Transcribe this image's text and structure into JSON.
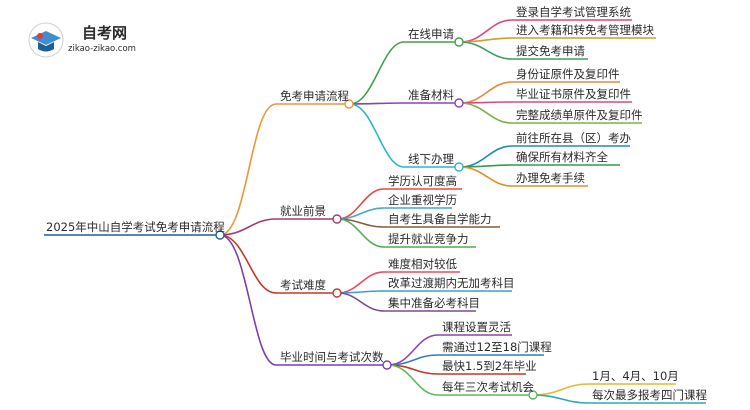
{
  "logo": {
    "name": "自考网",
    "url_text": "zikao-zikao.com",
    "accent": "#3f8fd0"
  },
  "mindmap": {
    "root": "2025年中山自学考试免考申请流程",
    "branches": [
      {
        "label": "免考申请流程",
        "color": "#f29436",
        "children": [
          {
            "label": "在线申请",
            "color": "#43a047",
            "children": [
              "登录自学考试管理系统",
              "进入考籍和转免考管理模块",
              "提交免考申请"
            ]
          },
          {
            "label": "准备材料",
            "color": "#8e44ad",
            "children": [
              "身份证原件及复印件",
              "毕业证书原件及复印件",
              "完整成绩单原件及复印件"
            ]
          },
          {
            "label": "线下办理",
            "color": "#2bb5c8",
            "children": [
              "前往所在县（区）考办",
              "确保所有材料齐全",
              "办理免考手续"
            ]
          }
        ]
      },
      {
        "label": "就业前景",
        "color": "#a63a6b",
        "children": [
          "学历认可度高",
          "企业重视学历",
          "自考生具备自学能力",
          "提升就业竞争力"
        ]
      },
      {
        "label": "考试难度",
        "color": "#c0392b",
        "children": [
          "难度相对较低",
          "改革过渡期内无加考科目",
          "集中准备必考科目"
        ]
      },
      {
        "label": "毕业时间与考试次数",
        "color": "#7a3fb0",
        "children": [
          {
            "label": "课程设置灵活"
          },
          {
            "label": "需通过12至18门课程"
          },
          {
            "label": "最快1.5到2年毕业"
          },
          {
            "label": "每年三次考试机会",
            "color": "#5cb85c",
            "children": [
              "1月、4月、10月",
              "每次最多报考四门课程"
            ]
          }
        ]
      }
    ]
  },
  "colors": {
    "root_line": "#1f5f99",
    "online_leaf_lines": [
      "#e0447c",
      "#c9a227",
      "#3f9f5f"
    ],
    "material_leaf_lines": [
      "#e58a3a",
      "#d84a8a",
      "#7cb342"
    ],
    "offline_leaf_lines": [
      "#1e88c8",
      "#2e9e4f",
      "#f08a24"
    ],
    "employment_leaf_lines": [
      "#e74c3c",
      "#3fa9d0",
      "#8b5a3c",
      "#4caf50"
    ],
    "difficulty_leaf_lines": [
      "#e84b5a",
      "#3f9fd0",
      "#7b4a8c"
    ],
    "graduation_leaf_lines": [
      "#8e44ad",
      "#2e7fb8",
      "#c0392b",
      "#5cb85c"
    ],
    "exam_chance_leaf_lines": [
      "#e6b82e",
      "#2aa8c0"
    ]
  }
}
